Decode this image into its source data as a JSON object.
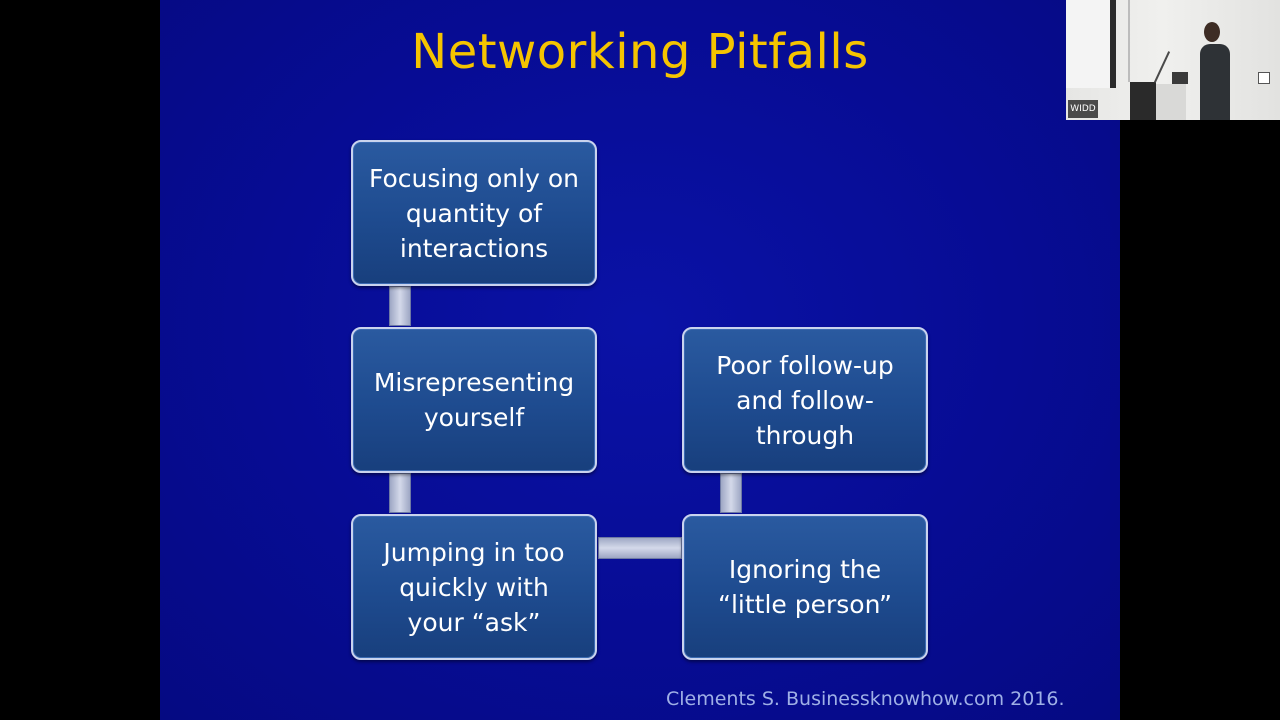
{
  "slide": {
    "title": "Networking Pitfalls",
    "pitfalls": [
      {
        "lines": [
          "Focusing only on",
          "quantity of",
          "interactions"
        ]
      },
      {
        "lines": [
          "Misrepresenting",
          "yourself"
        ]
      },
      {
        "lines": [
          "Jumping in too",
          "quickly with",
          "your “ask”"
        ]
      },
      {
        "lines": [
          "Ignoring the",
          "“little person”"
        ]
      },
      {
        "lines": [
          "Poor follow-up",
          "and follow-",
          "through"
        ]
      }
    ],
    "citation": "Clements S. Businessknowhow.com 2016."
  },
  "webcam": {
    "badge": "WIDD"
  },
  "colors": {
    "slide_background": "#070c94",
    "title": "#f5c400",
    "box_fill": "#1e4b8f",
    "box_border": "#c9d3ee",
    "citation": "#9fb0e6",
    "letterbox": "#000000"
  }
}
